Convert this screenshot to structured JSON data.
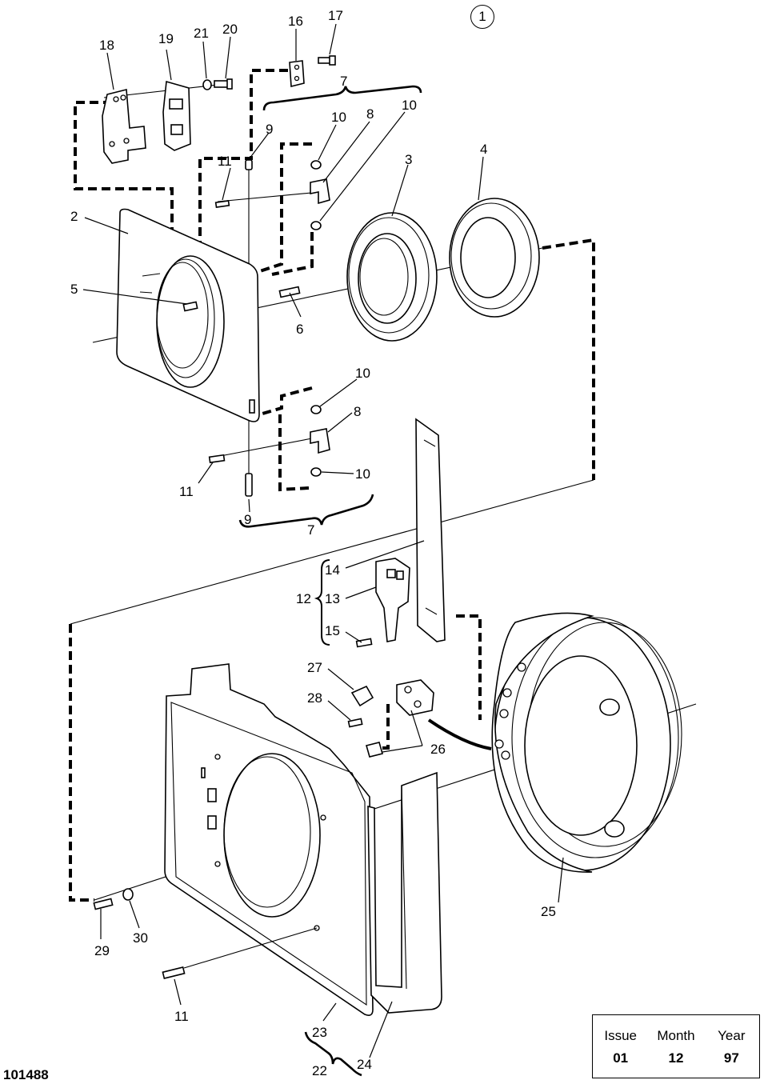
{
  "sheet_number": "1",
  "drawing_number": "101488",
  "issue_box": {
    "headers": [
      "Issue",
      "Month",
      "Year"
    ],
    "values": [
      "01",
      "12",
      "97"
    ]
  },
  "callouts": {
    "c18": "18",
    "c19": "19",
    "c21": "21",
    "c20": "20",
    "c16": "16",
    "c17": "17",
    "c7_top": "7",
    "c9_top": "9",
    "c10_a": "10",
    "c8_top": "8",
    "c10_b": "10",
    "c11_top": "11",
    "c3": "3",
    "c4": "4",
    "c2": "2",
    "c5": "5",
    "c6": "6",
    "c10_c": "10",
    "c8_bot": "8",
    "c10_d": "10",
    "c11_mid": "11",
    "c9_bot": "9",
    "c7_bot": "7",
    "c14": "14",
    "c12": "12",
    "c13": "13",
    "c15": "15",
    "c27": "27",
    "c28": "28",
    "c26": "26",
    "c25": "25",
    "c29": "29",
    "c30": "30",
    "c11_bot": "11",
    "c23": "23",
    "c22": "22",
    "c24": "24"
  }
}
